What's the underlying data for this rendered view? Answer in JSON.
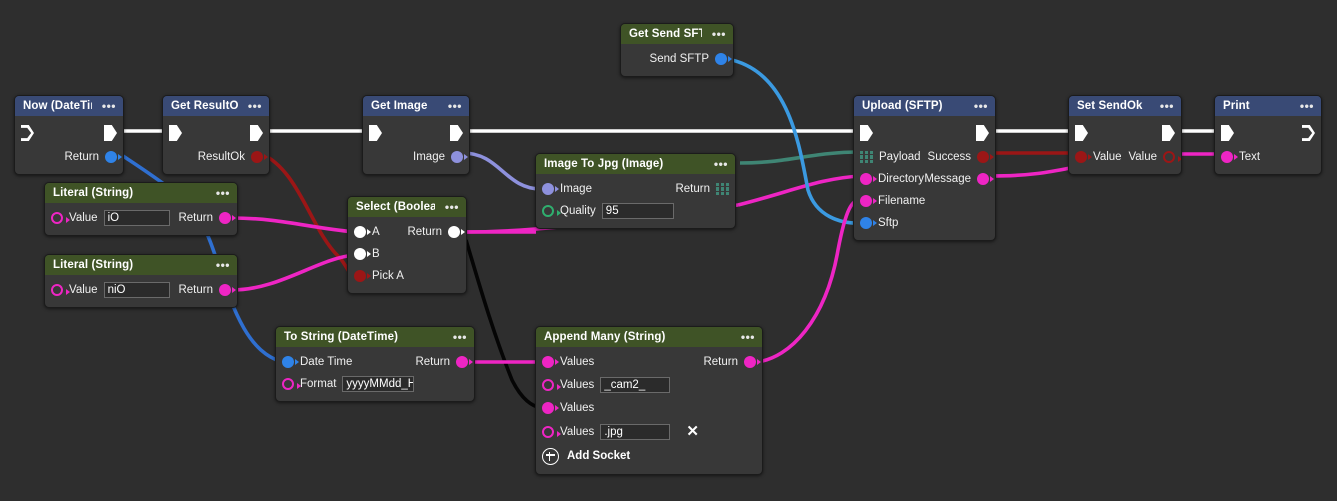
{
  "canvas": {
    "background": "#2e2e2e"
  },
  "colors": {
    "header_event": "#394a75",
    "header_pure": "#3f5326",
    "node_body": "#383838",
    "exec_wire": "#ffffff",
    "blue": "#2f83e8",
    "lavender": "#8e91dd",
    "magenta": "#ee25c4",
    "dark_red": "#9b1616",
    "teal": "#3f8574",
    "white": "#ffffff",
    "green": "#2fae6e"
  },
  "nodes": [
    {
      "id": "now-datetime",
      "title": "Now (DateTime)",
      "header": "blue",
      "menu": "•••",
      "exec": {
        "in": "hollow",
        "out": "filled"
      },
      "outputs": [
        {
          "label": "Return",
          "pin": "blue-filled"
        }
      ]
    },
    {
      "id": "get-resultok",
      "title": "Get ResultOk",
      "header": "blue",
      "menu": "•••",
      "exec": {
        "in": "filled",
        "out": "filled"
      },
      "outputs": [
        {
          "label": "ResultOk",
          "pin": "darkred-filled"
        }
      ]
    },
    {
      "id": "literal-string-1",
      "title": "Literal (String)",
      "header": "green",
      "menu": "•••",
      "inputs": [
        {
          "label": "Value",
          "pin": "magenta-hollow",
          "value": "iO"
        }
      ],
      "outputs": [
        {
          "label": "Return",
          "pin": "magenta-filled"
        }
      ]
    },
    {
      "id": "literal-string-2",
      "title": "Literal (String)",
      "header": "green",
      "menu": "•••",
      "inputs": [
        {
          "label": "Value",
          "pin": "magenta-hollow",
          "value": "niO"
        }
      ],
      "outputs": [
        {
          "label": "Return",
          "pin": "magenta-filled"
        }
      ]
    },
    {
      "id": "get-image",
      "title": "Get Image",
      "header": "blue",
      "menu": "•••",
      "exec": {
        "in": "filled",
        "out": "filled"
      },
      "outputs": [
        {
          "label": "Image",
          "pin": "lavender-filled"
        }
      ]
    },
    {
      "id": "select-boolean",
      "title": "Select (Boolean)",
      "header": "green",
      "menu": "•••",
      "inputs": [
        {
          "label": "A",
          "pin": "white-filled"
        },
        {
          "label": "B",
          "pin": "white-filled"
        },
        {
          "label": "Pick A",
          "pin": "darkred-filled"
        }
      ],
      "outputs": [
        {
          "label": "Return",
          "pin": "white-filled"
        }
      ]
    },
    {
      "id": "image-to-jpg",
      "title": "Image To Jpg (Image)",
      "header": "green",
      "menu": "•••",
      "inputs": [
        {
          "label": "Image",
          "pin": "lavender-filled"
        },
        {
          "label": "Quality",
          "pin": "green-hollow",
          "value": "95"
        }
      ],
      "outputs": [
        {
          "label": "Return",
          "pin": "array-grid"
        }
      ]
    },
    {
      "id": "get-send-sftp",
      "title": "Get Send SFTP",
      "header": "green",
      "menu": "•••",
      "outputs": [
        {
          "label": "Send SFTP",
          "pin": "blue-filled"
        }
      ]
    },
    {
      "id": "upload-sftp",
      "title": "Upload (SFTP)",
      "header": "blue",
      "menu": "•••",
      "exec": {
        "in": "filled",
        "out": "filled"
      },
      "inputs": [
        {
          "label": "Payload",
          "pin": "array-grid"
        },
        {
          "label": "Directory",
          "pin": "magenta-filled"
        },
        {
          "label": "Filename",
          "pin": "magenta-filled"
        },
        {
          "label": "Sftp",
          "pin": "blue-filled"
        }
      ],
      "outputs": [
        {
          "label": "Success",
          "pin": "darkred-filled"
        },
        {
          "label": "Message",
          "pin": "magenta-filled"
        }
      ]
    },
    {
      "id": "set-sendok",
      "title": "Set SendOk",
      "header": "blue",
      "menu": "•••",
      "exec": {
        "in": "filled",
        "out": "filled"
      },
      "inputs": [
        {
          "label": "Value",
          "pin": "darkred-filled"
        }
      ],
      "outputs": [
        {
          "label": "Value",
          "pin": "darkred-hollow"
        }
      ]
    },
    {
      "id": "print",
      "title": "Print",
      "header": "blue",
      "menu": "•••",
      "exec": {
        "in": "filled",
        "out": "hollow"
      },
      "inputs": [
        {
          "label": "Text",
          "pin": "magenta-filled"
        }
      ]
    },
    {
      "id": "to-string-datetime",
      "title": "To String (DateTime)",
      "header": "green",
      "menu": "•••",
      "inputs": [
        {
          "label": "Date Time",
          "pin": "blue-filled"
        },
        {
          "label": "Format",
          "pin": "magenta-hollow",
          "value": "yyyyMMdd_HH"
        }
      ],
      "outputs": [
        {
          "label": "Return",
          "pin": "magenta-filled"
        }
      ]
    },
    {
      "id": "append-many-string",
      "title": "Append Many (String)",
      "header": "green",
      "menu": "•••",
      "inputs": [
        {
          "label": "Values",
          "pin": "magenta-filled",
          "value": null
        },
        {
          "label": "Values",
          "pin": "magenta-hollow",
          "value": "_cam2_"
        },
        {
          "label": "Values",
          "pin": "magenta-filled",
          "value": null
        },
        {
          "label": "Values",
          "pin": "magenta-hollow",
          "value": ".jpg",
          "remove": "✕"
        }
      ],
      "outputs": [
        {
          "label": "Return",
          "pin": "magenta-filled"
        }
      ],
      "add_socket_label": "Add Socket"
    }
  ]
}
